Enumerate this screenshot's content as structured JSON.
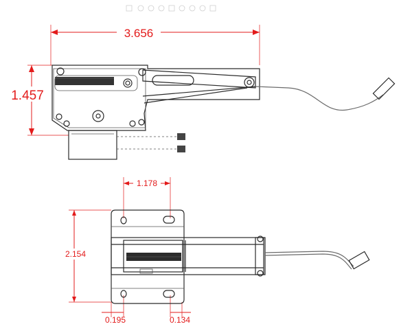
{
  "top_view": {
    "width_dim": "3.656",
    "height_dim": "1.457"
  },
  "side_view": {
    "hole_spacing_dim": "1.178",
    "height_dim": "2.154",
    "left_offset_dim": "0.195",
    "right_offset_dim": "0.134"
  },
  "colors": {
    "dimension": "#e31b1b",
    "outline": "#2a2a2a",
    "wire": "#6a6a6a"
  },
  "toolbar": {
    "icons": [
      "select-icon",
      "pan-icon",
      "zoom-icon",
      "rotate-icon",
      "measure-icon",
      "print-icon",
      "settings-icon",
      "info-icon",
      "close-icon"
    ]
  }
}
